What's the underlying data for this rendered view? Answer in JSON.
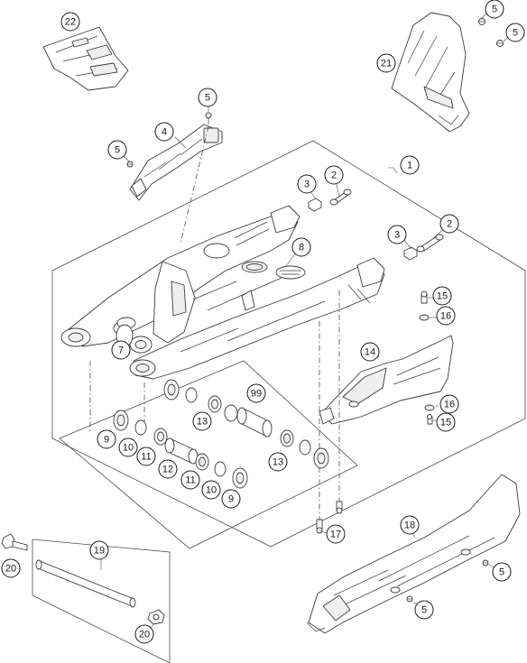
{
  "diagram": {
    "colors": {
      "line": "#3a3a3a",
      "label_text": "#1a1a1a",
      "background": "#ffffff"
    },
    "callouts": [
      {
        "id": "c22",
        "text": "22"
      },
      {
        "id": "c5a",
        "text": "5"
      },
      {
        "id": "c5b",
        "text": "5"
      },
      {
        "id": "c21",
        "text": "21"
      },
      {
        "id": "c5c",
        "text": "5"
      },
      {
        "id": "c4",
        "text": "4"
      },
      {
        "id": "c5d",
        "text": "5"
      },
      {
        "id": "c1",
        "text": "1"
      },
      {
        "id": "c2a",
        "text": "2"
      },
      {
        "id": "c3a",
        "text": "3"
      },
      {
        "id": "c2b",
        "text": "2"
      },
      {
        "id": "c3b",
        "text": "3"
      },
      {
        "id": "c8",
        "text": "8"
      },
      {
        "id": "c15a",
        "text": "15"
      },
      {
        "id": "c16a",
        "text": "16"
      },
      {
        "id": "c7",
        "text": "7"
      },
      {
        "id": "c14",
        "text": "14"
      },
      {
        "id": "c99",
        "text": "99"
      },
      {
        "id": "c16b",
        "text": "16"
      },
      {
        "id": "c13a",
        "text": "13"
      },
      {
        "id": "c15b",
        "text": "15"
      },
      {
        "id": "c9a",
        "text": "9"
      },
      {
        "id": "c10a",
        "text": "10"
      },
      {
        "id": "c11a",
        "text": "11"
      },
      {
        "id": "c12",
        "text": "12"
      },
      {
        "id": "c13b",
        "text": "13"
      },
      {
        "id": "c11b",
        "text": "11"
      },
      {
        "id": "c10b",
        "text": "10"
      },
      {
        "id": "c9b",
        "text": "9"
      },
      {
        "id": "c17",
        "text": "17"
      },
      {
        "id": "c18",
        "text": "18"
      },
      {
        "id": "c19",
        "text": "19"
      },
      {
        "id": "c20a",
        "text": "20"
      },
      {
        "id": "c5e",
        "text": "5"
      },
      {
        "id": "c5f",
        "text": "5"
      },
      {
        "id": "c20b",
        "text": "20"
      }
    ]
  }
}
